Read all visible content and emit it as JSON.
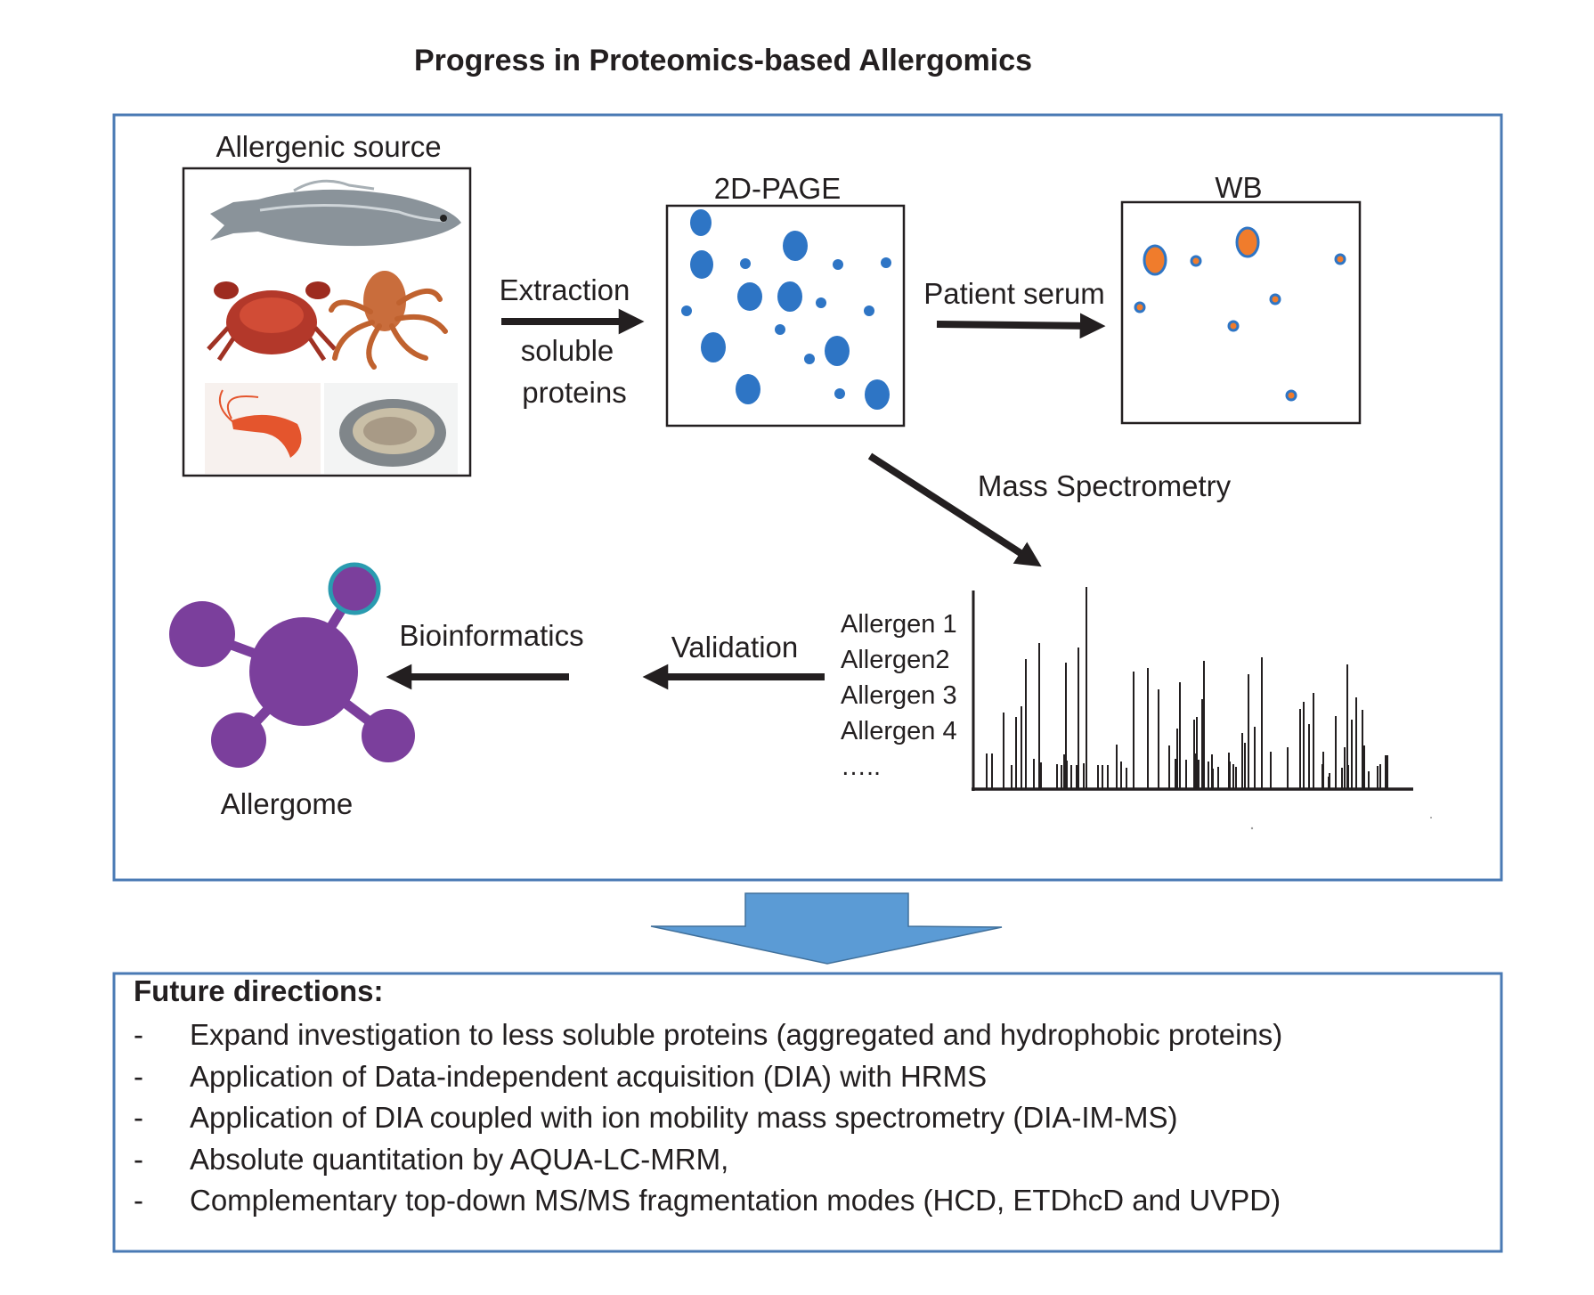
{
  "title": "Progress in Proteomics-based Allergomics",
  "workflow": {
    "source_label": "Allergenic source",
    "source_images": [
      "fish",
      "crab",
      "octopus",
      "shrimp",
      "oyster"
    ],
    "extraction_label": "Extraction",
    "extraction_sublabel_1": "soluble",
    "extraction_sublabel_2": "proteins",
    "page_label": "2D-PAGE",
    "serum_label": "Patient serum",
    "wb_label": "WB",
    "ms_label": "Mass Spectrometry",
    "allergen_list": [
      "Allergen 1",
      "Allergen2",
      "Allergen 3",
      "Allergen 4",
      "….."
    ],
    "validation_label": "Validation",
    "bioinformatics_label": "Bioinformatics",
    "allergome_label": "Allergome"
  },
  "future": {
    "title": "Future directions:",
    "bullet": "-",
    "items": [
      "Expand investigation to less soluble proteins (aggregated and hydrophobic proteins)",
      "Application of Data-independent acquisition (DIA) with HRMS",
      "Application of DIA coupled with ion mobility mass spectrometry (DIA-IM-MS)",
      "Absolute quantitation by AQUA-LC-MRM,",
      "Complementary top-down MS/MS fragmentation modes (HCD, ETDhcD and UVPD)"
    ]
  },
  "colors": {
    "frame": "#4a7ab4",
    "gel_spot": "#2e75c5",
    "wb_spot": "#f07c2c",
    "network": "#7b3f9c",
    "network_accent": "#2a9bb0",
    "down_arrow": "#5b9bd5",
    "arrow": "#231f20"
  }
}
